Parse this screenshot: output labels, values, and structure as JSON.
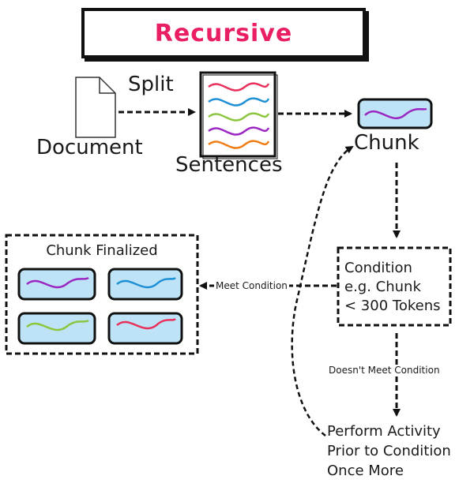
{
  "diagram": {
    "title": "Recursive",
    "labels": {
      "split": "Split",
      "document": "Document",
      "sentences": "Sentences",
      "chunk": "Chunk",
      "chunk_finalized": "Chunk Finalized",
      "meet_condition": "Meet Condition",
      "doesnt_meet_condition": "Doesn't Meet Condition"
    },
    "condition_lines": [
      "Condition",
      "e.g. Chunk",
      "< 300 Tokens"
    ],
    "activity_lines": [
      "Perform Activity",
      "Prior to Condition",
      "Once More"
    ],
    "colors": {
      "title": "#e91e63",
      "chunk_fill": "#bfe3f6",
      "wave_red": "#e8305a",
      "wave_blue": "#1e90d6",
      "wave_green": "#8cc63f",
      "wave_purple": "#9b27c2",
      "wave_orange": "#f07c14"
    }
  }
}
